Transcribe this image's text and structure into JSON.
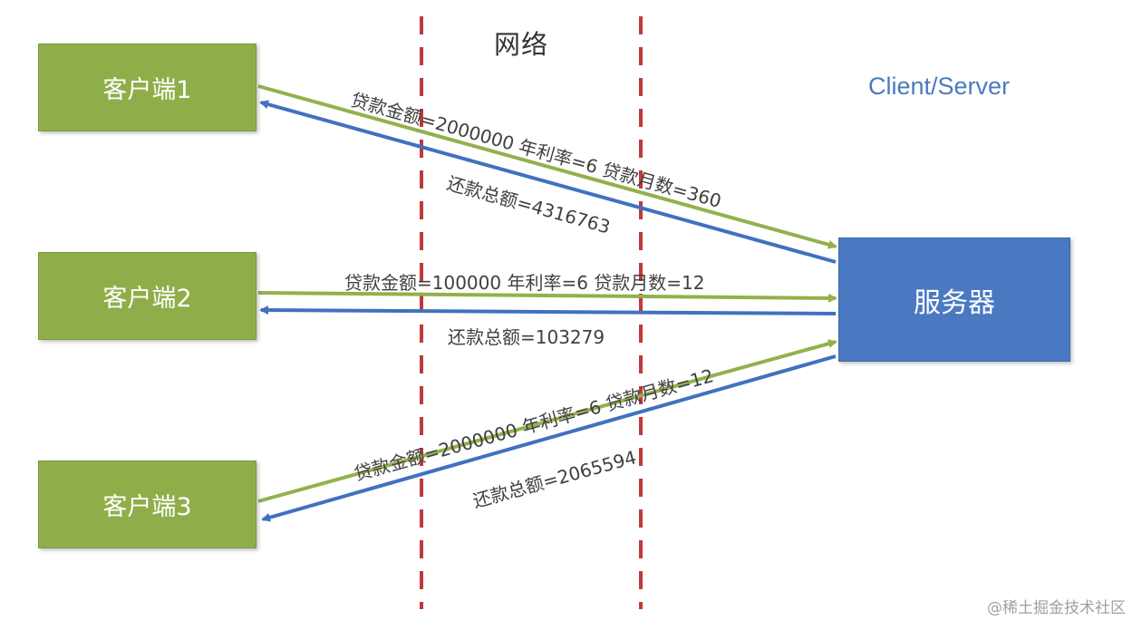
{
  "network": {
    "title": "网络"
  },
  "architecture": {
    "title": "Client/Server"
  },
  "clients": [
    {
      "label": "客户端1"
    },
    {
      "label": "客户端2"
    },
    {
      "label": "客户端3"
    }
  ],
  "server": {
    "label": "服务器"
  },
  "messages": {
    "c1_request": "贷款金额=2000000 年利率=6 贷款月数=360",
    "c1_response": "还款总额=4316763",
    "c2_request": "贷款金额=100000 年利率=6 贷款月数=12",
    "c2_response": "还款总额=103279",
    "c3_request": "贷款金额=2000000 年利率=6 贷款月数=12",
    "c3_response": "还款总额=2065594"
  },
  "colors": {
    "client": "#8fae4a",
    "server": "#4a79c1",
    "request_arrow": "#93b04c",
    "response_arrow": "#3f72bf",
    "network_boundary": "#c0393b"
  },
  "watermark": "@稀土掘金技术社区"
}
